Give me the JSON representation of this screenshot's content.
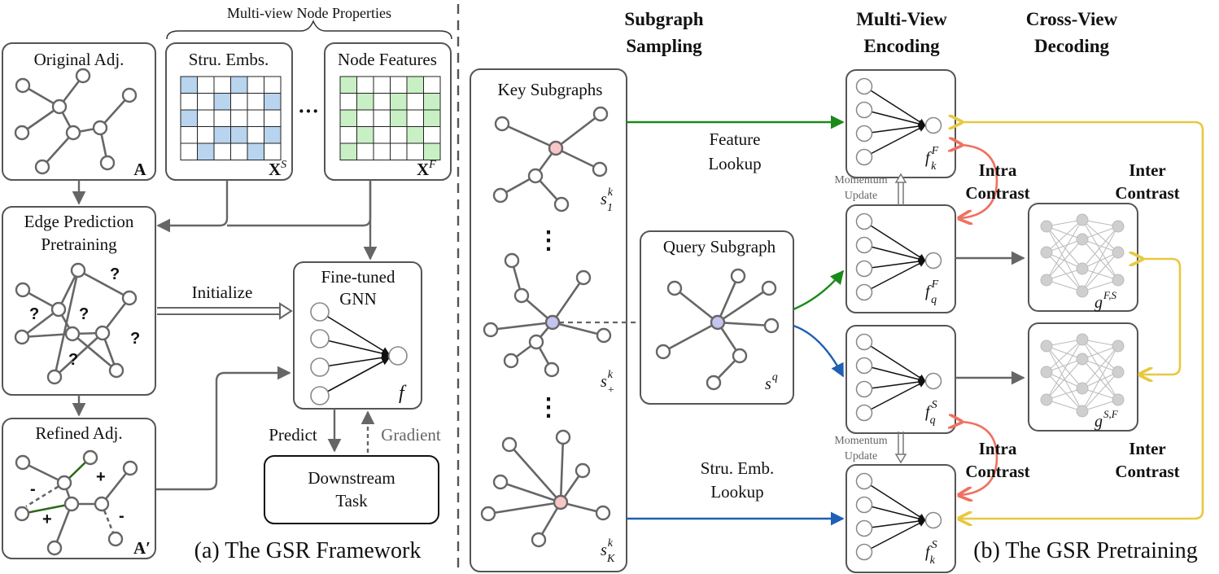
{
  "top_left": {
    "multiview_title": "Multi-view Node Properties",
    "original_adj": "Original Adj.",
    "matrix_A": "A",
    "stru_embs": "Stru. Embs.",
    "matrix_XS": "X",
    "matrix_XS_sup": "S",
    "ellipsis": "···",
    "node_features": "Node Features",
    "matrix_XF": "X",
    "matrix_XF_sup": "F",
    "edge_pred_line1": "Edge Prediction",
    "edge_pred_line2": "Pretraining",
    "question_mark": "?",
    "initialize": "Initialize",
    "finetuned_line1": "Fine-tuned",
    "finetuned_line2": "GNN",
    "f_label": "f",
    "refined_adj": "Refined Adj.",
    "matrix_Aprime": "A′",
    "minus": "-",
    "plus": "+",
    "predict": "Predict",
    "gradient": "Gradient",
    "downstream_line1": "Downstream",
    "downstream_line2": "Task",
    "caption_a": "(a) The GSR Framework"
  },
  "right": {
    "subgraph_sampling_line1": "Subgraph",
    "subgraph_sampling_line2": "Sampling",
    "multiview_encoding_line1": "Multi-View",
    "multiview_encoding_line2": "Encoding",
    "crossview_decoding_line1": "Cross-View",
    "crossview_decoding_line2": "Decoding",
    "key_subgraphs": "Key Subgraphs",
    "s1k": "s",
    "s1k_sup": "k",
    "s1k_sub": "1",
    "spk": "s",
    "spk_sup": "k",
    "spk_sub": "+",
    "sKk": "s",
    "sKk_sup": "k",
    "sKk_sub": "K",
    "vdots": "⋮",
    "feature_lookup_line1": "Feature",
    "feature_lookup_line2": "Lookup",
    "query_subgraph": "Query Subgraph",
    "sq": "s",
    "sq_sup": "q",
    "stru_lookup_line1": "Stru. Emb.",
    "stru_lookup_line2": "Lookup",
    "momentum_line1": "Momentum",
    "momentum_line2": "Update",
    "intra_line1": "Intra",
    "intra_line2": "Contrast",
    "inter_line1": "Inter",
    "inter_line2": "Contrast",
    "fkF": "f",
    "fkF_sup": "F",
    "fkF_sub": "k",
    "fqF": "f",
    "fqF_sup": "F",
    "fqF_sub": "q",
    "fqS": "f",
    "fqS_sup": "S",
    "fqS_sub": "q",
    "fkS": "f",
    "fkS_sup": "S",
    "fkS_sub": "k",
    "gFS": "g",
    "gFS_sup": "F,S",
    "gSF": "g",
    "gSF_sup": "S,F",
    "caption_b": "(b) The GSR Pretraining"
  },
  "colors": {
    "green_arrow": "#1a8a1a",
    "blue_arrow": "#1f5fb5",
    "red_arrow": "#f07060",
    "yellow_arrow": "#e8c840",
    "blue_cell": "#b8d4ee",
    "green_cell": "#c8f0c4",
    "pink_node": "#f7c6c6",
    "purple_node": "#c4c4f0",
    "edge_gray": "#666666"
  }
}
